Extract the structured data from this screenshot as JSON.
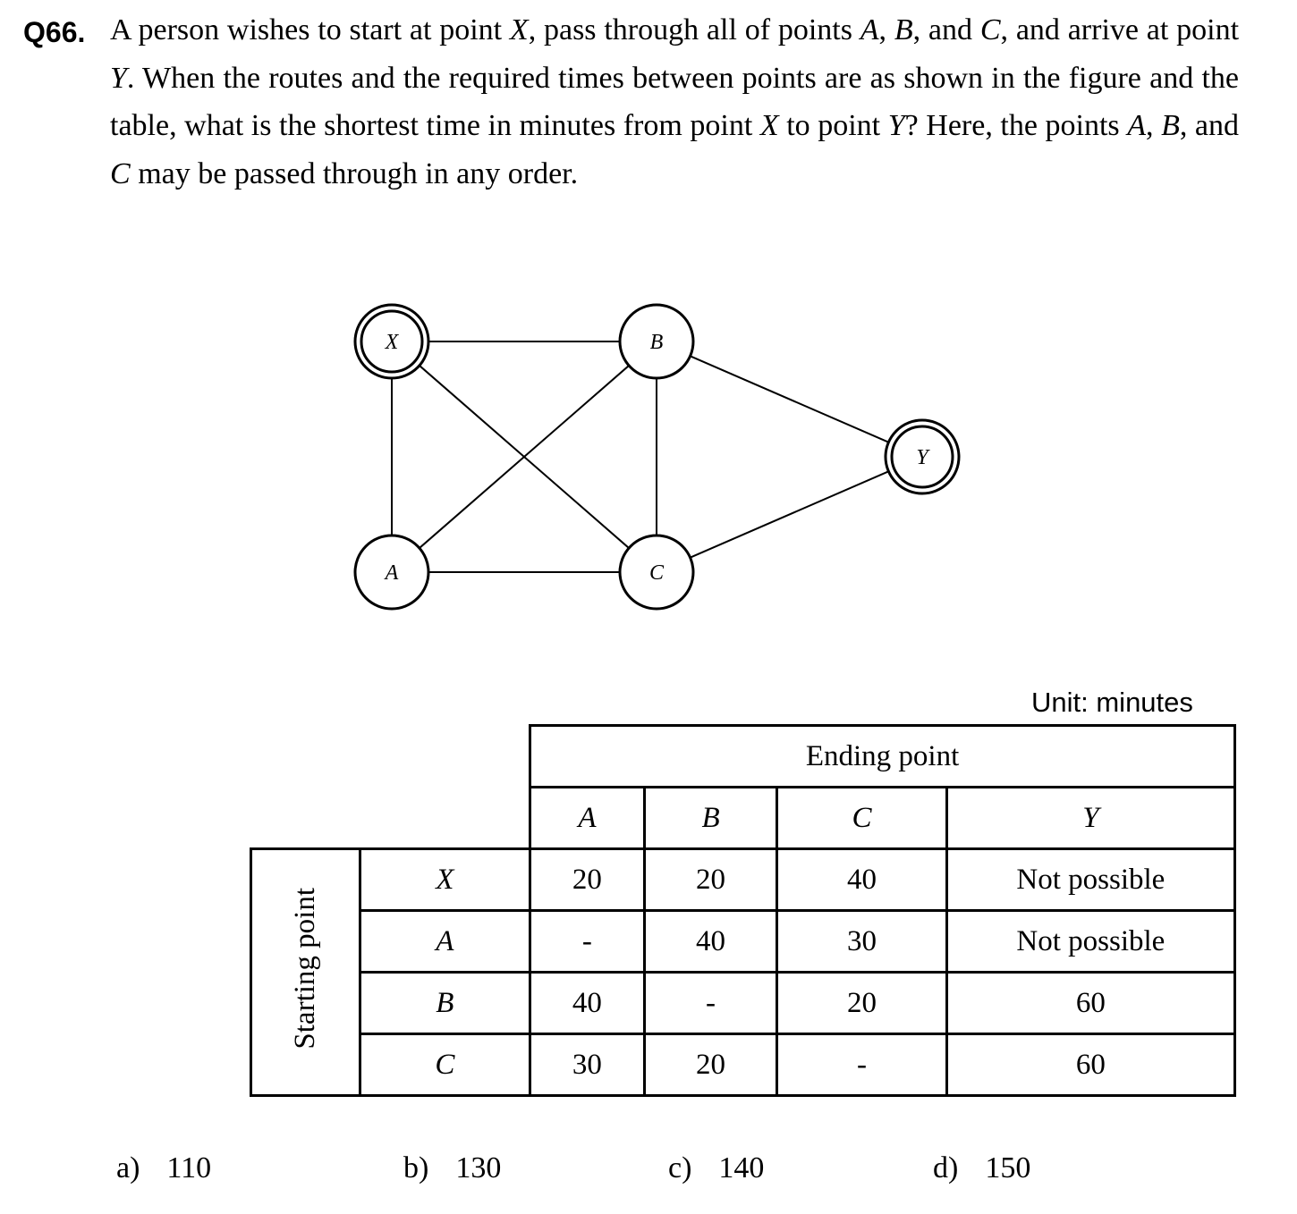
{
  "question": {
    "number": "Q66.",
    "text_html": "A person wishes to start at point <i>X</i>, pass through all of points <i>A</i>, <i>B</i>, and <i>C</i>, and arrive at point <i>Y</i>. When the routes and the required times between points are as shown in the figure and the table, what is the shortest time in minutes from point <i>X</i> to point <i>Y</i>? Here, the points <i>A</i>, <i>B</i>, and <i>C</i> may be passed through in any order."
  },
  "graph": {
    "nodes": [
      {
        "id": "X",
        "label": "X",
        "double_ring": true
      },
      {
        "id": "B",
        "label": "B",
        "double_ring": false
      },
      {
        "id": "Y",
        "label": "Y",
        "double_ring": true
      },
      {
        "id": "A",
        "label": "A",
        "double_ring": false
      },
      {
        "id": "C",
        "label": "C",
        "double_ring": false
      }
    ],
    "edges": [
      [
        "X",
        "B"
      ],
      [
        "X",
        "A"
      ],
      [
        "X",
        "C"
      ],
      [
        "A",
        "B"
      ],
      [
        "A",
        "C"
      ],
      [
        "B",
        "C"
      ],
      [
        "B",
        "Y"
      ],
      [
        "C",
        "Y"
      ]
    ]
  },
  "table": {
    "unit": "Unit: minutes",
    "ending_header": "Ending point",
    "starting_header": "Starting point",
    "columns": [
      "A",
      "B",
      "C",
      "Y"
    ],
    "rows": [
      {
        "from": "X",
        "values": [
          "20",
          "20",
          "40",
          "Not possible"
        ]
      },
      {
        "from": "A",
        "values": [
          "-",
          "40",
          "30",
          "Not possible"
        ]
      },
      {
        "from": "B",
        "values": [
          "40",
          "-",
          "20",
          "60"
        ]
      },
      {
        "from": "C",
        "values": [
          "30",
          "20",
          "-",
          "60"
        ]
      }
    ]
  },
  "choices": [
    {
      "label": "a)",
      "value": "110"
    },
    {
      "label": "b)",
      "value": "130"
    },
    {
      "label": "c)",
      "value": "140"
    },
    {
      "label": "d)",
      "value": "150"
    }
  ]
}
